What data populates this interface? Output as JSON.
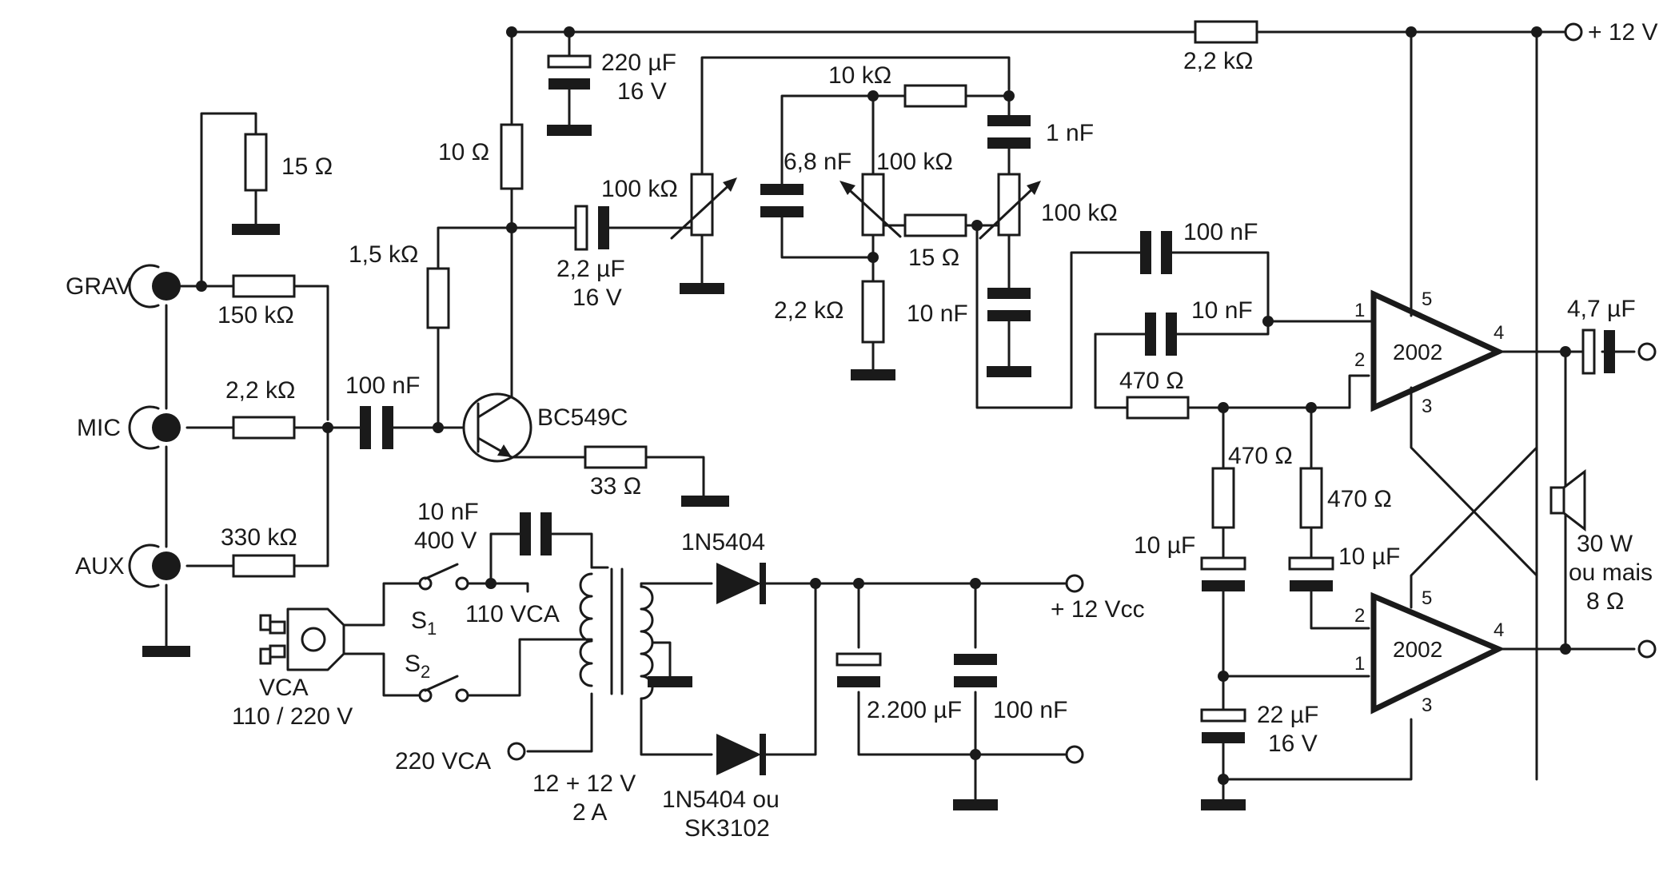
{
  "inputs": {
    "grav": "GRAV",
    "mic": "MIC",
    "aux": "AUX"
  },
  "resistors": {
    "r_15": "15 Ω",
    "r_150k": "150 kΩ",
    "r_2k2_mic": "2,2 kΩ",
    "r_330k": "330 kΩ",
    "r_10": "10 Ω",
    "r_1k5": "1,5 kΩ",
    "r_33": "33 Ω",
    "r_10k": "10 kΩ",
    "r_2k2_tone": "2,2 kΩ",
    "r_15_tone": "15 Ω",
    "r_2k2_top": "2,2 kΩ",
    "r_470_fb": "470 Ω",
    "r_470_a": "470 Ω",
    "r_470_b": "470 Ω"
  },
  "pots": {
    "p_100k_vol": "100 kΩ",
    "p_100k_bass": "100 kΩ",
    "p_100k_treble": "100 kΩ"
  },
  "capacitors": {
    "c_100n_in": "100 nF",
    "c_220u": "220 µF",
    "c_220u_v": "16 V",
    "c_2u2": "2,2 µF",
    "c_2u2_v": "16 V",
    "c_6n8": "6,8 nF",
    "c_1n": "1 nF",
    "c_10n_tone": "10 nF",
    "c_100n_ic": "100 nF",
    "c_10n_ic": "10 nF",
    "c_10u_a": "10 µF",
    "c_10u_b": "10 µF",
    "c_22u": "22 µF",
    "c_22u_v": "16 V",
    "c_4u7": "4,7 µF",
    "c_10n_mains": "10 nF",
    "c_10n_mains_v": "400 V",
    "c_2200u": "2.200 µF",
    "c_100n_psu": "100 nF"
  },
  "transistor": "BC549C",
  "ic": {
    "top_label": "2002",
    "bottom_label": "2002",
    "pin1": "1",
    "pin2": "2",
    "pin3": "3",
    "pin4": "4",
    "pin5": "5"
  },
  "power_supply": {
    "s1": "S",
    "s1_sub": "1",
    "s2": "S",
    "s2_sub": "2",
    "vca": "VCA",
    "vca_range": "110 / 220 V",
    "tap_110": "110 VCA",
    "tap_220": "220 VCA",
    "transformer": "12 + 12 V",
    "transformer_current": "2 A",
    "diode_top": "1N5404",
    "diode_bottom": "1N5404 ou",
    "diode_bottom_alt": "SK3102",
    "vcc": "+ 12 Vcc"
  },
  "supply": "+ 12 V",
  "speaker": {
    "power": "30 W",
    "or_more": "ou mais",
    "impedance": "8 Ω"
  }
}
